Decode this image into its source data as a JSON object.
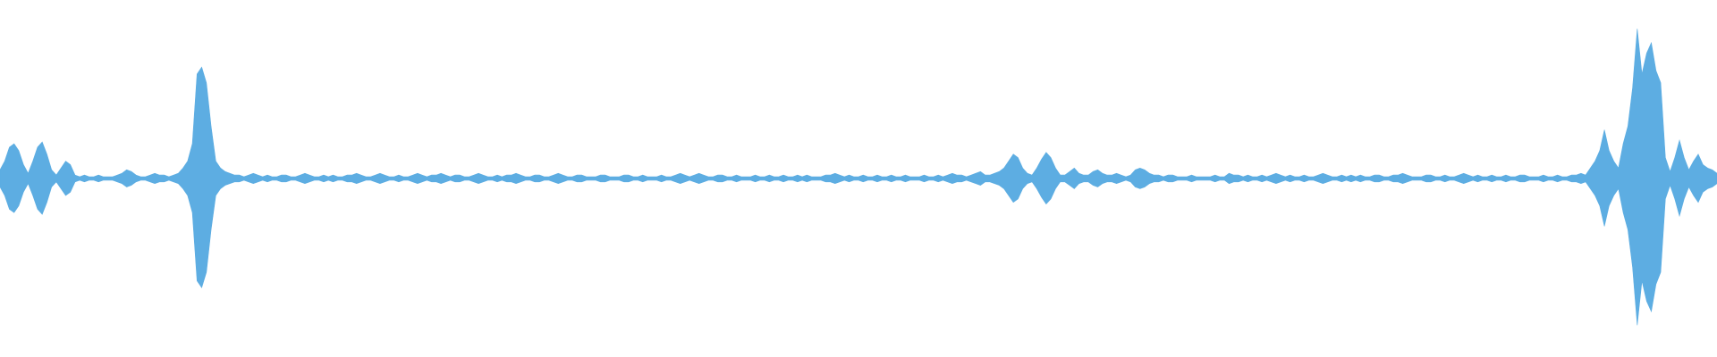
{
  "waveform": {
    "color": "#5dade2",
    "background": "#ffffff",
    "samples": [
      0.05,
      0.1,
      0.18,
      0.2,
      0.16,
      0.08,
      0.03,
      0.1,
      0.18,
      0.21,
      0.14,
      0.05,
      0.02,
      0.06,
      0.1,
      0.08,
      0.02,
      0.01,
      0.02,
      0.01,
      0.01,
      0.02,
      0.01,
      0.01,
      0.01,
      0.02,
      0.03,
      0.05,
      0.04,
      0.02,
      0.01,
      0.01,
      0.02,
      0.03,
      0.02,
      0.02,
      0.01,
      0.02,
      0.03,
      0.06,
      0.1,
      0.2,
      0.6,
      0.64,
      0.55,
      0.3,
      0.1,
      0.06,
      0.04,
      0.03,
      0.02,
      0.02,
      0.01,
      0.02,
      0.03,
      0.02,
      0.01,
      0.02,
      0.01,
      0.01,
      0.02,
      0.02,
      0.01,
      0.01,
      0.02,
      0.03,
      0.02,
      0.01,
      0.01,
      0.02,
      0.01,
      0.02,
      0.01,
      0.01,
      0.02,
      0.02,
      0.03,
      0.02,
      0.01,
      0.01,
      0.02,
      0.03,
      0.02,
      0.01,
      0.01,
      0.02,
      0.01,
      0.01,
      0.02,
      0.03,
      0.02,
      0.01,
      0.02,
      0.02,
      0.03,
      0.02,
      0.01,
      0.02,
      0.02,
      0.01,
      0.01,
      0.02,
      0.03,
      0.02,
      0.01,
      0.01,
      0.02,
      0.01,
      0.02,
      0.02,
      0.03,
      0.02,
      0.01,
      0.01,
      0.02,
      0.02,
      0.01,
      0.01,
      0.02,
      0.03,
      0.02,
      0.01,
      0.01,
      0.02,
      0.02,
      0.01,
      0.01,
      0.01,
      0.02,
      0.02,
      0.01,
      0.01,
      0.01,
      0.02,
      0.02,
      0.01,
      0.01,
      0.02,
      0.01,
      0.01,
      0.01,
      0.02,
      0.01,
      0.01,
      0.02,
      0.03,
      0.02,
      0.01,
      0.02,
      0.03,
      0.02,
      0.01,
      0.01,
      0.02,
      0.02,
      0.01,
      0.01,
      0.02,
      0.01,
      0.01,
      0.01,
      0.02,
      0.01,
      0.01,
      0.02,
      0.01,
      0.01,
      0.02,
      0.01,
      0.01,
      0.02,
      0.01,
      0.02,
      0.01,
      0.01,
      0.01,
      0.02,
      0.02,
      0.03,
      0.02,
      0.01,
      0.02,
      0.01,
      0.01,
      0.02,
      0.01,
      0.01,
      0.02,
      0.01,
      0.01,
      0.02,
      0.01,
      0.01,
      0.02,
      0.01,
      0.01,
      0.01,
      0.02,
      0.01,
      0.01,
      0.02,
      0.01,
      0.02,
      0.03,
      0.02,
      0.02,
      0.01,
      0.02,
      0.03,
      0.04,
      0.02,
      0.02,
      0.03,
      0.04,
      0.06,
      0.1,
      0.14,
      0.12,
      0.06,
      0.03,
      0.02,
      0.06,
      0.11,
      0.15,
      0.12,
      0.06,
      0.02,
      0.02,
      0.04,
      0.06,
      0.03,
      0.02,
      0.02,
      0.04,
      0.05,
      0.03,
      0.02,
      0.02,
      0.03,
      0.02,
      0.01,
      0.02,
      0.05,
      0.06,
      0.05,
      0.03,
      0.02,
      0.02,
      0.01,
      0.02,
      0.02,
      0.01,
      0.01,
      0.01,
      0.02,
      0.01,
      0.01,
      0.01,
      0.01,
      0.02,
      0.01,
      0.01,
      0.03,
      0.02,
      0.02,
      0.01,
      0.02,
      0.01,
      0.01,
      0.02,
      0.01,
      0.02,
      0.03,
      0.02,
      0.01,
      0.02,
      0.01,
      0.01,
      0.02,
      0.01,
      0.01,
      0.02,
      0.03,
      0.02,
      0.01,
      0.01,
      0.02,
      0.01,
      0.02,
      0.01,
      0.02,
      0.01,
      0.01,
      0.02,
      0.02,
      0.01,
      0.01,
      0.02,
      0.02,
      0.03,
      0.02,
      0.01,
      0.01,
      0.01,
      0.02,
      0.02,
      0.01,
      0.01,
      0.02,
      0.01,
      0.01,
      0.02,
      0.03,
      0.02,
      0.01,
      0.02,
      0.01,
      0.01,
      0.02,
      0.01,
      0.01,
      0.02,
      0.01,
      0.01,
      0.02,
      0.02,
      0.01,
      0.01,
      0.01,
      0.02,
      0.01,
      0.01,
      0.02,
      0.01,
      0.01,
      0.02,
      0.02,
      0.03,
      0.02,
      0.06,
      0.1,
      0.16,
      0.28,
      0.16,
      0.1,
      0.06,
      0.2,
      0.3,
      0.52,
      0.86,
      0.6,
      0.72,
      0.78,
      0.62,
      0.55,
      0.12,
      0.04,
      0.12,
      0.22,
      0.12,
      0.05,
      0.1,
      0.14,
      0.08,
      0.06,
      0.05,
      0.03
    ]
  }
}
